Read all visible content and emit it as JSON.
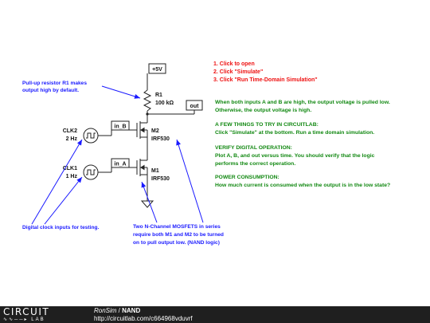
{
  "diagram": {
    "supply_label": "+5V",
    "r1_name": "R1",
    "r1_value": "100 kΩ",
    "out_label": "out",
    "in_b_label": "in_B",
    "in_a_label": "in_A",
    "m2_name": "M2",
    "m2_part": "IRF530",
    "m1_name": "M1",
    "m1_part": "IRF530",
    "clk2_name": "CLK2",
    "clk2_freq": "2 Hz",
    "clk1_name": "CLK1",
    "clk1_freq": "1 Hz"
  },
  "annotations": {
    "pullup_line1": "Pull-up resistor R1 makes",
    "pullup_line2": "output high by default.",
    "clock_inputs": "Digital clock inputs for testing.",
    "mosfet_line1": "Two N-Channel MOSFETS in series",
    "mosfet_line2": "require both M1 and M2 to be turned",
    "mosfet_line3": "on to pull output low. (NAND logic)"
  },
  "steps": [
    "1. Click to open",
    "2. Click \"Simulate\"",
    "3. Click \"Run Time-Domain Simulation\""
  ],
  "info": {
    "desc_line1": "When both inputs A and B are high, the output voltage is pulled low.",
    "desc_line2": "Otherwise, the output voltage is high.",
    "try_heading": "A FEW THINGS TO TRY IN CIRCUITLAB:",
    "try_text": "Click \"Simulate\" at the bottom. Run a time domain simulation.",
    "verify_heading": "VERIFY DIGITAL OPERATION:",
    "verify_line1": "Plot A, B, and out versus time. You should verify that the logic",
    "verify_line2": "performs the correct operation.",
    "power_heading": "POWER CONSUMPTION:",
    "power_text": "How much current is consumed when the output is in the low state?"
  },
  "footer": {
    "logo_top": "CIRCUIT",
    "logo_bottom": "LAB",
    "author": "RonSim",
    "separator": " / ",
    "title": "NAND",
    "url": "http://circuitlab.com/c664968vduvrf"
  },
  "colors": {
    "annotation": "#1a1aff",
    "steps": "#ee1111",
    "info": "#118811",
    "footer_bg": "#1f1f1f"
  }
}
